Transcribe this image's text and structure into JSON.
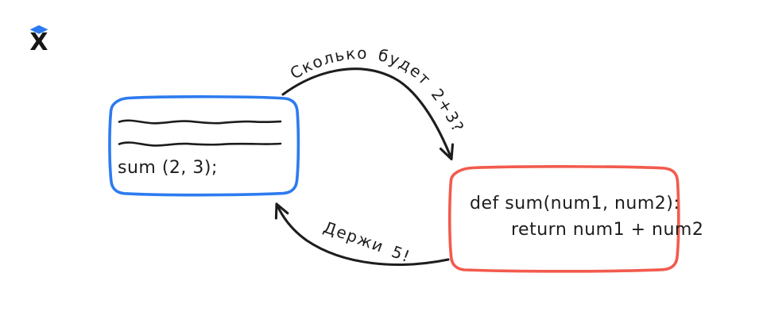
{
  "page": {
    "background_color": "#ffffff"
  },
  "logo": {
    "letter": "X",
    "cap_color": "#2b7af0",
    "letter_color": "#161616"
  },
  "caller_card": {
    "code_text": "sum (2, 3);",
    "border_color": "#2d7bf0",
    "squiggle_color": "#1d1d1d"
  },
  "function_card": {
    "def_line": "def sum(num1, num2):",
    "return_line": "return num1 + num2",
    "border_color": "#f25b4d"
  },
  "request_arrow": {
    "label": "Сколько будет 2+3?",
    "color": "#1d1d1d"
  },
  "response_arrow": {
    "label": "Держи 5!",
    "color": "#1d1d1d"
  }
}
